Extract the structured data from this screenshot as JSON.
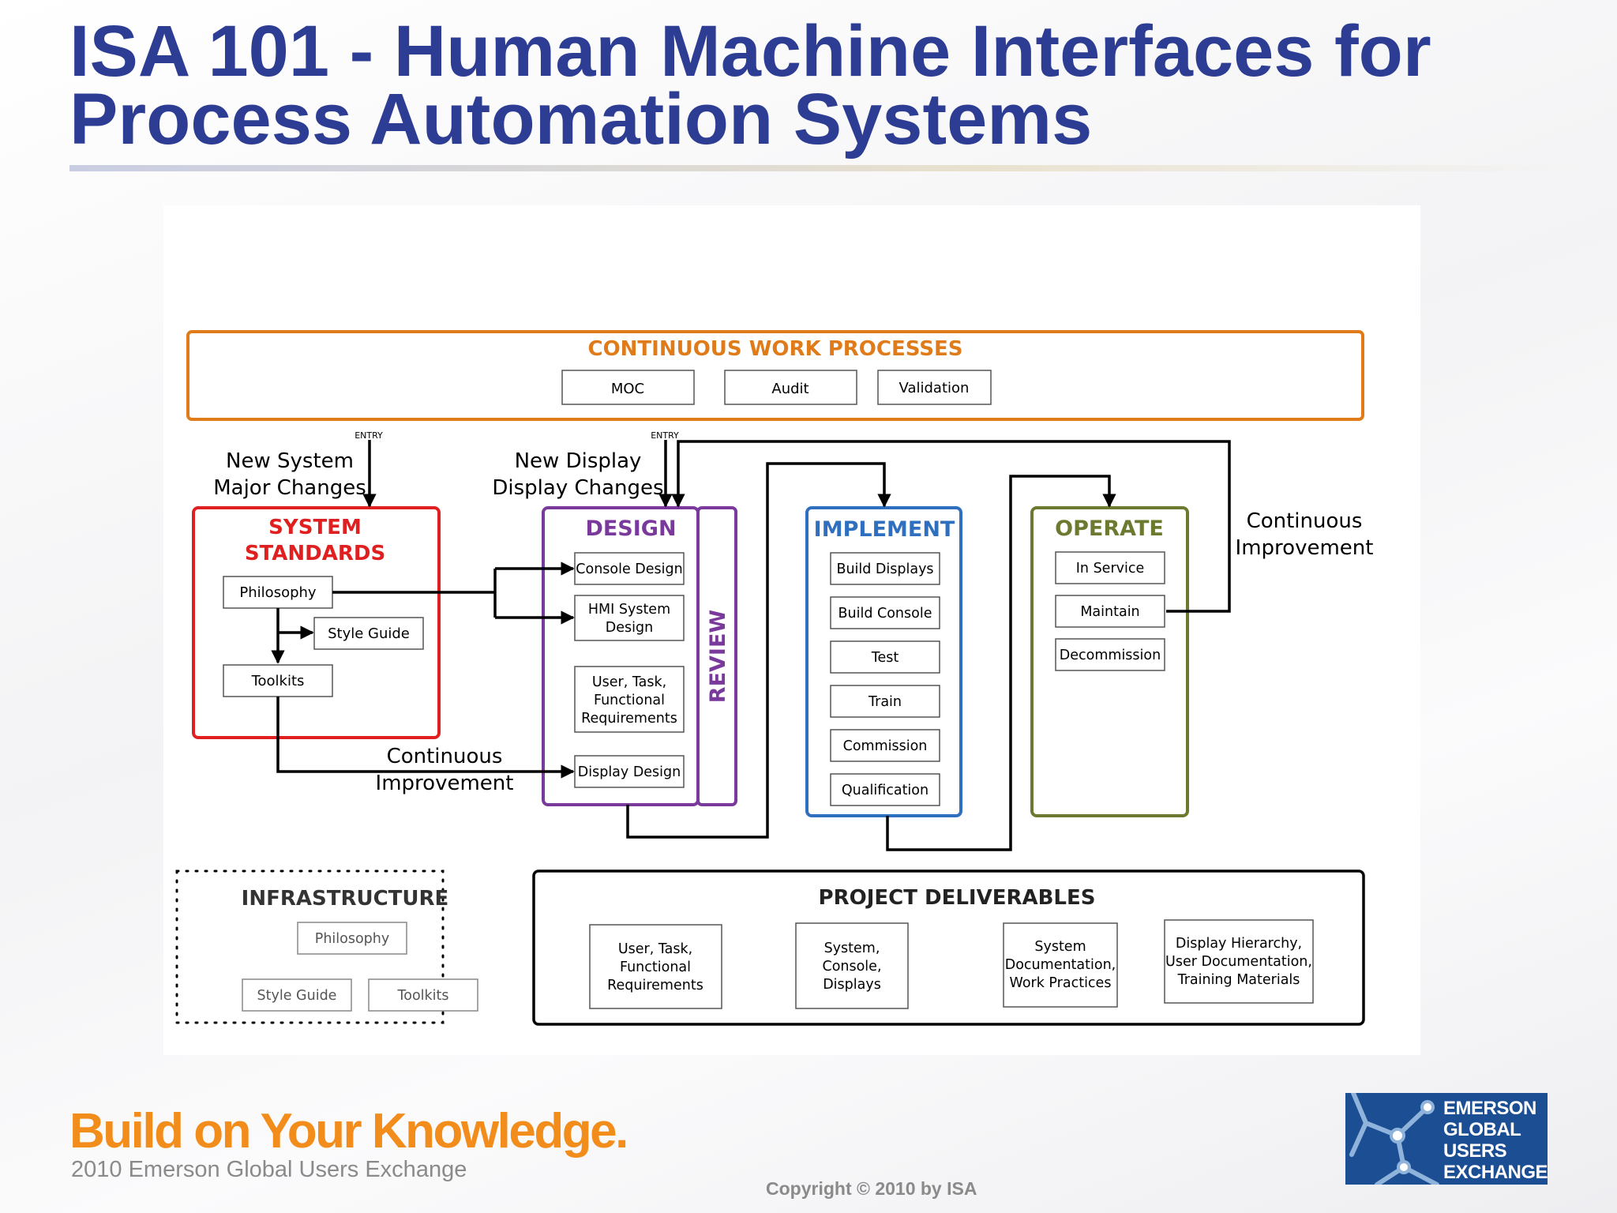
{
  "slide": {
    "title_line1": "ISA 101 - Human Machine Interfaces for",
    "title_line2": "Process Automation Systems",
    "tagline": "Build on Your Knowledge.",
    "tagline_sub": "2010 Emerson Global Users Exchange",
    "copyright": "Copyright © 2010 by ISA",
    "logo_lines": [
      "EMERSON",
      "GLOBAL",
      "USERS",
      "EXCHANGE"
    ]
  },
  "diagram": {
    "continuous": {
      "title": "CONTINUOUS WORK PROCESSES",
      "items": [
        "MOC",
        "Audit",
        "Validation"
      ]
    },
    "entry_label": "ENTRY",
    "new_system": [
      "New System",
      "Major Changes"
    ],
    "new_display": [
      "New Display",
      "Display Changes"
    ],
    "system_standards": {
      "title": [
        "SYSTEM",
        "STANDARDS"
      ],
      "philosophy": "Philosophy",
      "style_guide": "Style Guide",
      "toolkits": "Toolkits"
    },
    "design": {
      "title": "DESIGN",
      "console_design": "Console Design",
      "hmi_system_design": [
        "HMI System",
        "Design"
      ],
      "requirements": [
        "User, Task,",
        "Functional",
        "Requirements"
      ],
      "display_design": "Display Design"
    },
    "review": "REVIEW",
    "implement": {
      "title": "IMPLEMENT",
      "items": [
        "Build Displays",
        "Build Console",
        "Test",
        "Train",
        "Commission",
        "Qualification"
      ]
    },
    "operate": {
      "title": "OPERATE",
      "items": [
        "In Service",
        "Maintain",
        "Decommission"
      ]
    },
    "ci_right": [
      "Continuous",
      "Improvement"
    ],
    "ci_left": [
      "Continuous",
      "Improvement"
    ],
    "infrastructure": {
      "title": "INFRASTRUCTURE",
      "philosophy": "Philosophy",
      "style_guide": "Style Guide",
      "toolkits": "Toolkits"
    },
    "deliverables": {
      "title": "PROJECT DELIVERABLES",
      "items": [
        [
          "User, Task,",
          "Functional",
          "Requirements"
        ],
        [
          "System,",
          "Console,",
          "Displays"
        ],
        [
          "System",
          "Documentation,",
          "Work Practices"
        ],
        [
          "Display Hierarchy,",
          "User Documentation,",
          "Training Materials"
        ]
      ]
    }
  },
  "colors": {
    "title": "#2e3d94",
    "continuous": "#e07b1a",
    "standards": "#e02020",
    "design": "#7a3a9c",
    "implement": "#2f6fbf",
    "operate": "#6b7a30",
    "tagline": "#f28c1b",
    "logo": "#1b4e93"
  }
}
